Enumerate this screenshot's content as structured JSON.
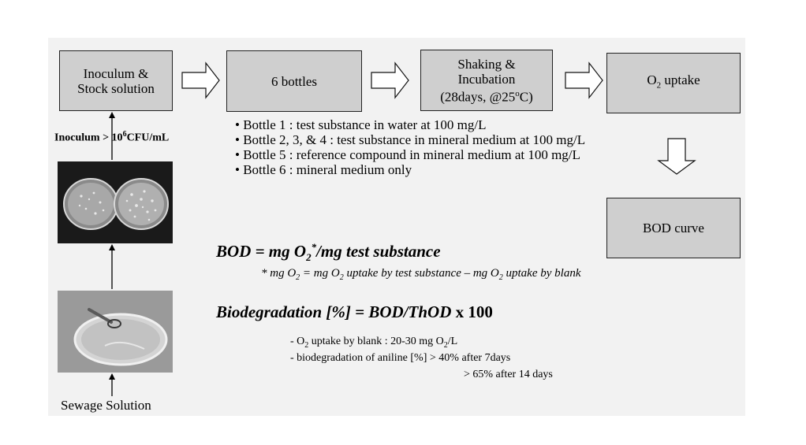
{
  "flow": {
    "inoculum_box": [
      "Inoculum &",
      "Stock solution"
    ],
    "bottles_box": "6 bottles",
    "shaking_box": [
      "Shaking &",
      "Incubation",
      "(28days, @25",
      "o",
      "C)"
    ],
    "o2_box": [
      "O",
      "2",
      " uptake"
    ],
    "bod_box": "BOD curve"
  },
  "inoculum_label": {
    "text": "Inoculum > 10",
    "exp": "6",
    "unit": "CFU/mL"
  },
  "bullets": [
    "• Bottle 1 : test substance in water at 100 mg/L",
    "• Bottle 2, 3, & 4 : test substance in mineral medium at 100 mg/L",
    "• Bottle 5 : reference compound in mineral medium at 100 mg/L",
    "• Bottle 6 : mineral medium only"
  ],
  "formula_bod": {
    "a": "BOD = mg O",
    "sub": "2",
    "sup": "*",
    "b": "/mg test substance"
  },
  "formula_note": {
    "a": "* mg O",
    "sub1": "2",
    "b": " = mg O",
    "sub2": "2",
    "c": " uptake by test substance – mg O",
    "sub3": "2",
    "d": " uptake by blank"
  },
  "formula_biodeg": {
    "a": "Biodegradation [%] = BOD/ThOD ",
    "b": "x 100"
  },
  "notes": {
    "blank": {
      "a": "- O",
      "sub1": "2",
      "b": " uptake by blank : 20-30 mg O",
      "sub2": "2",
      "c": "/L"
    },
    "aniline1": "- biodegradation of aniline [%] > 40% after 7days",
    "aniline2": "> 65% after 14 days"
  },
  "sewage_label": "Sewage Solution"
}
